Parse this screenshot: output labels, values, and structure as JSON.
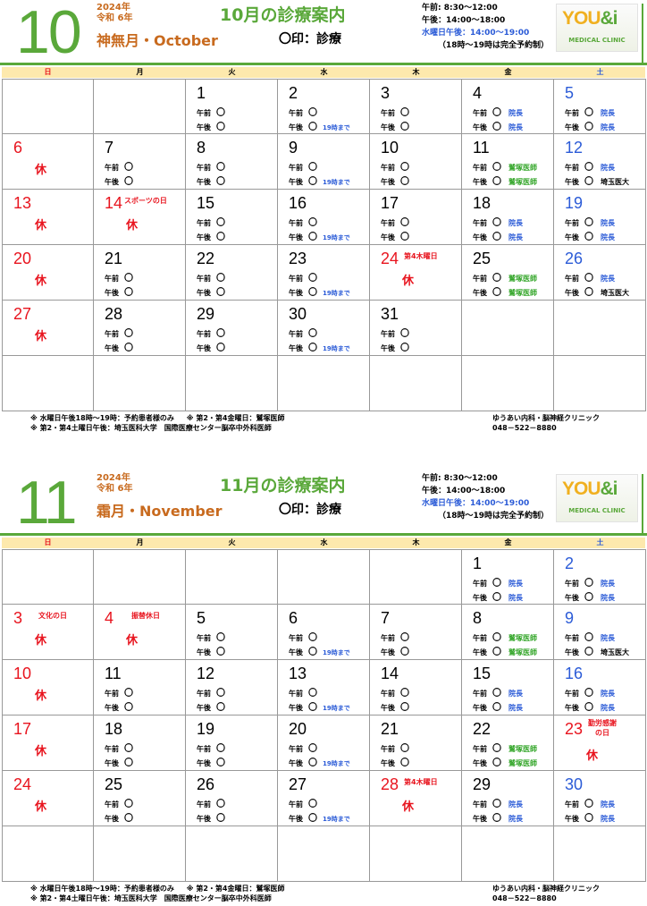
{
  "weekdays": [
    "日",
    "月",
    "火",
    "水",
    "木",
    "金",
    "土"
  ],
  "hours": {
    "am": "午前:  8:30～12:00",
    "pm": "午後：14:00～18:00",
    "wed": "水曜日午後：14:00～19:00",
    "reserve": "（18時～19時は完全予約制）"
  },
  "logo": {
    "mark_a": "YOU",
    "mark_b": "&i",
    "sub": "MEDICAL CLINIC"
  },
  "labels": {
    "am": "午前",
    "pm": "午後",
    "rest": "休",
    "legend": "〇印：診療",
    "until19": "19時まで"
  },
  "footer": {
    "note1": "※ 水曜日午後18時～19時：予約患者様のみ",
    "note2": "※ 第2・第4金曜日：鷲塚医師",
    "note3": "※ 第2・第4土曜日午後：埼玉医科大学　国際医療センター脳卒中外科医師",
    "clinic": "ゆうあい内科・脳神経クリニック",
    "phone": "048－522－8880"
  },
  "colors": {
    "accent_green": "#5aa83a",
    "orange": "#c86a1e",
    "red": "#e8141e",
    "blue": "#2b5bd7",
    "header_bg": "#fde9ad"
  },
  "months": [
    {
      "big": "10",
      "year": "2024年",
      "era": "令和 6年",
      "jp": "神無月・October",
      "title": "10月の診療案内",
      "days": [
        null,
        null,
        {
          "d": "1",
          "am": "〇",
          "pm": "〇"
        },
        {
          "d": "2",
          "am": "〇",
          "pm": "〇",
          "pmNote": "19時まで"
        },
        {
          "d": "3",
          "am": "〇",
          "pm": "〇"
        },
        {
          "d": "4",
          "am": "〇",
          "pm": "〇",
          "amDoc": "院長",
          "pmDoc": "院長",
          "amDocC": "blue",
          "pmDocC": "blue"
        },
        {
          "d": "5",
          "am": "〇",
          "pm": "〇",
          "amDoc": "院長",
          "pmDoc": "院長",
          "amDocC": "blue",
          "pmDocC": "blue",
          "color": "blue"
        },
        {
          "d": "6",
          "holiday": true,
          "color": "red"
        },
        {
          "d": "7",
          "am": "〇",
          "pm": "〇"
        },
        {
          "d": "8",
          "am": "〇",
          "pm": "〇"
        },
        {
          "d": "9",
          "am": "〇",
          "pm": "〇",
          "pmNote": "19時まで"
        },
        {
          "d": "10",
          "am": "〇",
          "pm": "〇"
        },
        {
          "d": "11",
          "am": "〇",
          "pm": "〇",
          "amDoc": "鷲塚医師",
          "pmDoc": "鷲塚医師",
          "amDocC": "green",
          "pmDocC": "green"
        },
        {
          "d": "12",
          "am": "〇",
          "pm": "〇",
          "amDoc": "院長",
          "pmDoc": "埼玉医大",
          "amDocC": "blue",
          "pmDocC": "black",
          "color": "blue"
        },
        {
          "d": "13",
          "holiday": true,
          "color": "red"
        },
        {
          "d": "14",
          "holiday": true,
          "color": "red",
          "note": "スポーツの日",
          "noteLeft": 34
        },
        {
          "d": "15",
          "am": "〇",
          "pm": "〇"
        },
        {
          "d": "16",
          "am": "〇",
          "pm": "〇",
          "pmNote": "19時まで"
        },
        {
          "d": "17",
          "am": "〇",
          "pm": "〇"
        },
        {
          "d": "18",
          "am": "〇",
          "pm": "〇",
          "amDoc": "院長",
          "pmDoc": "院長",
          "amDocC": "blue",
          "pmDocC": "blue"
        },
        {
          "d": "19",
          "am": "〇",
          "pm": "〇",
          "amDoc": "院長",
          "pmDoc": "院長",
          "amDocC": "blue",
          "pmDocC": "blue",
          "color": "blue"
        },
        {
          "d": "20",
          "holiday": true,
          "color": "red"
        },
        {
          "d": "21",
          "am": "〇",
          "pm": "〇"
        },
        {
          "d": "22",
          "am": "〇",
          "pm": "〇"
        },
        {
          "d": "23",
          "am": "〇",
          "pm": "〇",
          "pmNote": "19時まで"
        },
        {
          "d": "24",
          "holiday": true,
          "color": "red",
          "note": "第4木曜日",
          "noteLeft": 38
        },
        {
          "d": "25",
          "am": "〇",
          "pm": "〇",
          "amDoc": "鷲塚医師",
          "pmDoc": "鷲塚医師",
          "amDocC": "green",
          "pmDocC": "green"
        },
        {
          "d": "26",
          "am": "〇",
          "pm": "〇",
          "amDoc": "院長",
          "pmDoc": "埼玉医大",
          "amDocC": "blue",
          "pmDocC": "black",
          "color": "blue"
        },
        {
          "d": "27",
          "holiday": true,
          "color": "red"
        },
        {
          "d": "28",
          "am": "〇",
          "pm": "〇"
        },
        {
          "d": "29",
          "am": "〇",
          "pm": "〇"
        },
        {
          "d": "30",
          "am": "〇",
          "pm": "〇",
          "pmNote": "19時まで"
        },
        {
          "d": "31",
          "am": "〇",
          "pm": "〇"
        },
        null,
        null,
        null,
        null,
        null,
        null,
        null,
        null,
        null
      ]
    },
    {
      "big": "11",
      "year": "2024年",
      "era": "令和 6年",
      "jp": "霜月・November",
      "title": "11月の診療案内",
      "days": [
        null,
        null,
        null,
        null,
        null,
        {
          "d": "1",
          "am": "〇",
          "pm": "〇",
          "amDoc": "院長",
          "pmDoc": "院長",
          "amDocC": "blue",
          "pmDocC": "blue"
        },
        {
          "d": "2",
          "am": "〇",
          "pm": "〇",
          "amDoc": "院長",
          "pmDoc": "院長",
          "amDocC": "blue",
          "pmDocC": "blue",
          "color": "blue"
        },
        {
          "d": "3",
          "holiday": true,
          "color": "red",
          "note": "文化の日",
          "noteLeft": 40
        },
        {
          "d": "4",
          "holiday": true,
          "color": "red",
          "note": "振替休日",
          "noteLeft": 42
        },
        {
          "d": "5",
          "am": "〇",
          "pm": "〇"
        },
        {
          "d": "6",
          "am": "〇",
          "pm": "〇",
          "pmNote": "19時まで"
        },
        {
          "d": "7",
          "am": "〇",
          "pm": "〇"
        },
        {
          "d": "8",
          "am": "〇",
          "pm": "〇",
          "amDoc": "鷲塚医師",
          "pmDoc": "鷲塚医師",
          "amDocC": "green",
          "pmDocC": "green"
        },
        {
          "d": "9",
          "am": "〇",
          "pm": "〇",
          "amDoc": "院長",
          "pmDoc": "埼玉医大",
          "amDocC": "blue",
          "pmDocC": "black",
          "color": "blue"
        },
        {
          "d": "10",
          "holiday": true,
          "color": "red"
        },
        {
          "d": "11",
          "am": "〇",
          "pm": "〇"
        },
        {
          "d": "12",
          "am": "〇",
          "pm": "〇"
        },
        {
          "d": "13",
          "am": "〇",
          "pm": "〇",
          "pmNote": "19時まで"
        },
        {
          "d": "14",
          "am": "〇",
          "pm": "〇"
        },
        {
          "d": "15",
          "am": "〇",
          "pm": "〇",
          "amDoc": "院長",
          "pmDoc": "院長",
          "amDocC": "blue",
          "pmDocC": "blue"
        },
        {
          "d": "16",
          "am": "〇",
          "pm": "〇",
          "amDoc": "院長",
          "pmDoc": "院長",
          "amDocC": "blue",
          "pmDocC": "blue",
          "color": "blue"
        },
        {
          "d": "17",
          "holiday": true,
          "color": "red"
        },
        {
          "d": "18",
          "am": "〇",
          "pm": "〇"
        },
        {
          "d": "19",
          "am": "〇",
          "pm": "〇"
        },
        {
          "d": "20",
          "am": "〇",
          "pm": "〇",
          "pmNote": "19時まで"
        },
        {
          "d": "21",
          "am": "〇",
          "pm": "〇"
        },
        {
          "d": "22",
          "am": "〇",
          "pm": "〇",
          "amDoc": "鷲塚医師",
          "pmDoc": "鷲塚医師",
          "amDocC": "green",
          "pmDocC": "green"
        },
        {
          "d": "23",
          "holiday": true,
          "color": "red",
          "note": "勤労感謝\nの日",
          "noteLeft": 38
        },
        {
          "d": "24",
          "holiday": true,
          "color": "red"
        },
        {
          "d": "25",
          "am": "〇",
          "pm": "〇"
        },
        {
          "d": "26",
          "am": "〇",
          "pm": "〇"
        },
        {
          "d": "27",
          "am": "〇",
          "pm": "〇",
          "pmNote": "19時まで"
        },
        {
          "d": "28",
          "holiday": true,
          "color": "red",
          "note": "第4木曜日",
          "noteLeft": 38
        },
        {
          "d": "29",
          "am": "〇",
          "pm": "〇",
          "amDoc": "院長",
          "pmDoc": "院長",
          "amDocC": "blue",
          "pmDocC": "blue"
        },
        {
          "d": "30",
          "am": "〇",
          "pm": "〇",
          "amDoc": "院長",
          "pmDoc": "院長",
          "amDocC": "blue",
          "pmDocC": "blue",
          "color": "blue"
        },
        null,
        null,
        null,
        null,
        null,
        null,
        null
      ]
    }
  ]
}
